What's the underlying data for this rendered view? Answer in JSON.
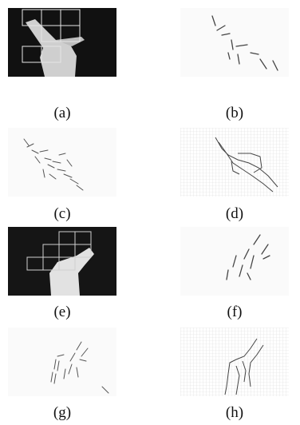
{
  "figure": {
    "panels": [
      {
        "id": "a",
        "label": "(a)",
        "kind": "photo-grid"
      },
      {
        "id": "b",
        "label": "(b)",
        "kind": "hog-sparse"
      },
      {
        "id": "c",
        "label": "(c)",
        "kind": "hog-medium"
      },
      {
        "id": "d",
        "label": "(d)",
        "kind": "hog-dense"
      },
      {
        "id": "e",
        "label": "(e)",
        "kind": "photo-grid"
      },
      {
        "id": "f",
        "label": "(f)",
        "kind": "hog-sparse"
      },
      {
        "id": "g",
        "label": "(g)",
        "kind": "hog-medium"
      },
      {
        "id": "h",
        "label": "(h)",
        "kind": "hog-dense"
      }
    ],
    "colors": {
      "photo_bg": "#111111",
      "hand": "#cfcfcf",
      "grid_line": "#d8d8d8",
      "stroke": "#444444",
      "dot": "#c8c8c8"
    }
  }
}
